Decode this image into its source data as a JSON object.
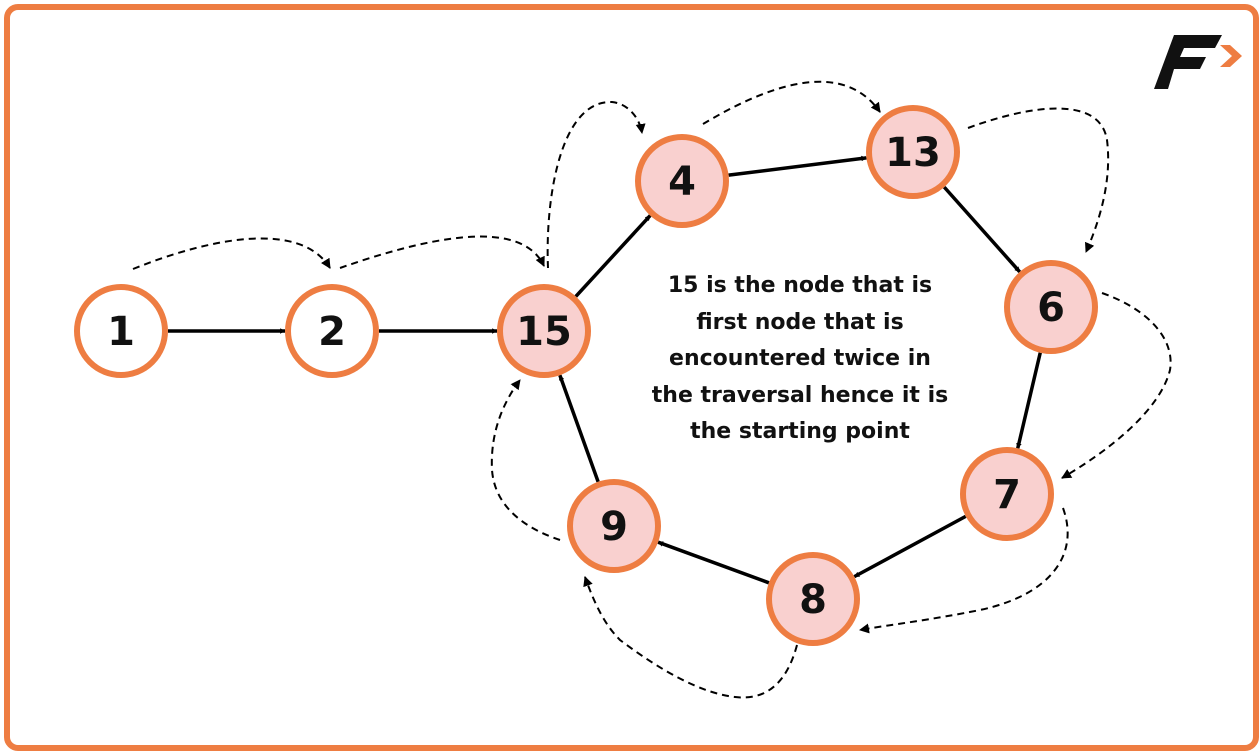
{
  "colors": {
    "border": "#ee7d42",
    "node_stroke": "#ee7d42",
    "node_fill_default": "#ffffff",
    "node_fill_cycle": "#f9d0cf",
    "edge": "#000000",
    "logo_dark": "#111111",
    "logo_accent": "#ee7d42"
  },
  "logo": {
    "name": "brand-logo-icon"
  },
  "nodes": [
    {
      "id": "n1",
      "label": "1",
      "in_cycle": false
    },
    {
      "id": "n2",
      "label": "2",
      "in_cycle": false
    },
    {
      "id": "n15",
      "label": "15",
      "in_cycle": true
    },
    {
      "id": "n4",
      "label": "4",
      "in_cycle": true
    },
    {
      "id": "n13",
      "label": "13",
      "in_cycle": true
    },
    {
      "id": "n6",
      "label": "6",
      "in_cycle": true
    },
    {
      "id": "n7",
      "label": "7",
      "in_cycle": true
    },
    {
      "id": "n8",
      "label": "8",
      "in_cycle": true
    },
    {
      "id": "n9",
      "label": "9",
      "in_cycle": true
    }
  ],
  "edges": [
    {
      "from": "n1",
      "to": "n2"
    },
    {
      "from": "n2",
      "to": "n15"
    },
    {
      "from": "n15",
      "to": "n4"
    },
    {
      "from": "n4",
      "to": "n13"
    },
    {
      "from": "n13",
      "to": "n6"
    },
    {
      "from": "n6",
      "to": "n7"
    },
    {
      "from": "n7",
      "to": "n8"
    },
    {
      "from": "n8",
      "to": "n9"
    },
    {
      "from": "n9",
      "to": "n15"
    }
  ],
  "traversal_arcs": [
    {
      "from": "n1",
      "to": "n2"
    },
    {
      "from": "n2",
      "to": "n15"
    },
    {
      "from": "n15",
      "to": "n4"
    },
    {
      "from": "n4",
      "to": "n13"
    },
    {
      "from": "n13",
      "to": "n6"
    },
    {
      "from": "n6",
      "to": "n7"
    },
    {
      "from": "n7",
      "to": "n8"
    },
    {
      "from": "n8",
      "to": "n9"
    },
    {
      "from": "n9",
      "to": "n15"
    }
  ],
  "caption_lines": [
    "15 is the node that is",
    "first node that is",
    "encountered twice in",
    "the traversal hence it is",
    "the starting point"
  ]
}
